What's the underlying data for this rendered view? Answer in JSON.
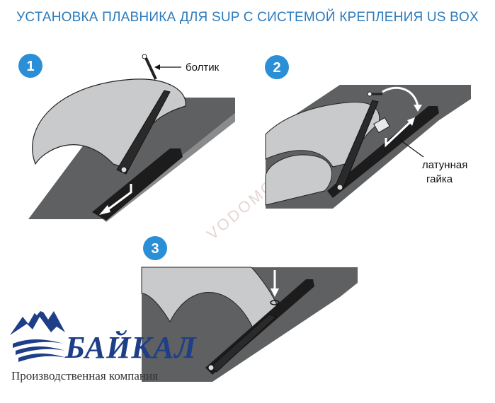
{
  "title": "УСТАНОВКА ПЛАВНИКА ДЛЯ SUP С СИСТЕМОЙ КРЕПЛЕНИЯ US BOX",
  "steps": [
    {
      "number": "1",
      "label": "болтик"
    },
    {
      "number": "2",
      "label_line1": "латунная",
      "label_line2": "гайка"
    },
    {
      "number": "3"
    }
  ],
  "watermark": "VODOMOTORIKA",
  "logo": {
    "name": "БАЙКАЛ",
    "subtitle": "Производственная компания"
  },
  "colors": {
    "title": "#2c7bbd",
    "step_badge": "#2a8fd6",
    "board": "#5f6062",
    "fin": "#c9cacb",
    "rail": "#1c1c1c",
    "brand": "#1e3f88"
  }
}
